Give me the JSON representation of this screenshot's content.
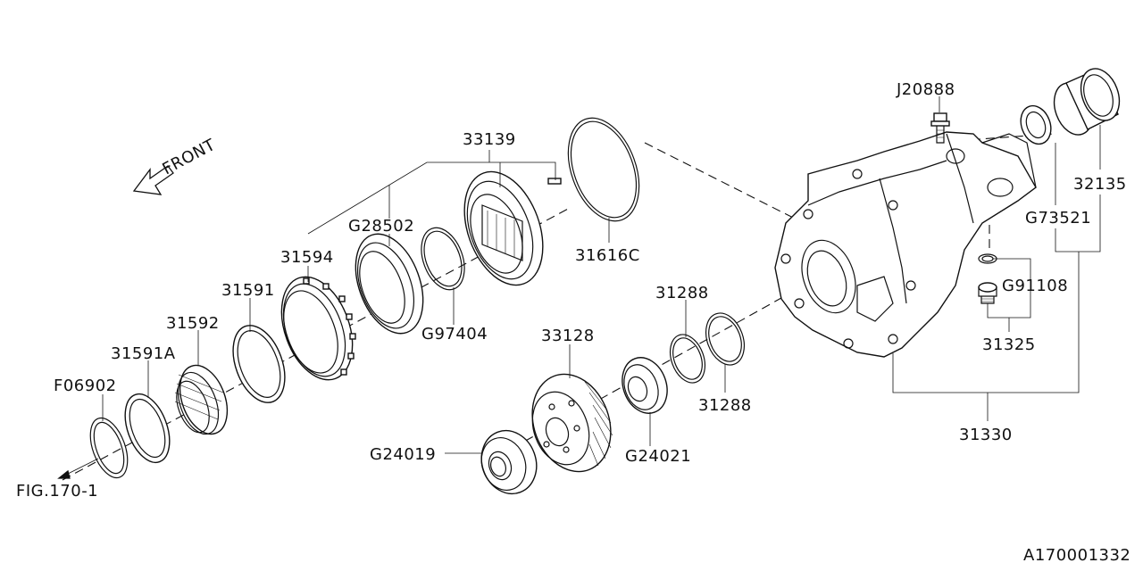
{
  "front_label": "FRONT",
  "figure_id": "A170001332",
  "fig_reference": "FIG.170-1",
  "parts": {
    "p33139": "33139",
    "j20888": "J20888",
    "p32135": "32135",
    "g73521": "G73521",
    "g28502": "G28502",
    "p31616c": "31616C",
    "p31594": "31594",
    "g91108": "G91108",
    "p31591": "31591",
    "p31288_upper": "31288",
    "p31325": "31325",
    "p31592": "31592",
    "p33128": "33128",
    "g97404": "G97404",
    "p31591a": "31591A",
    "f06902": "F06902",
    "p31288_lower": "31288",
    "p31330": "31330",
    "g24019": "G24019",
    "g24021": "G24021"
  }
}
